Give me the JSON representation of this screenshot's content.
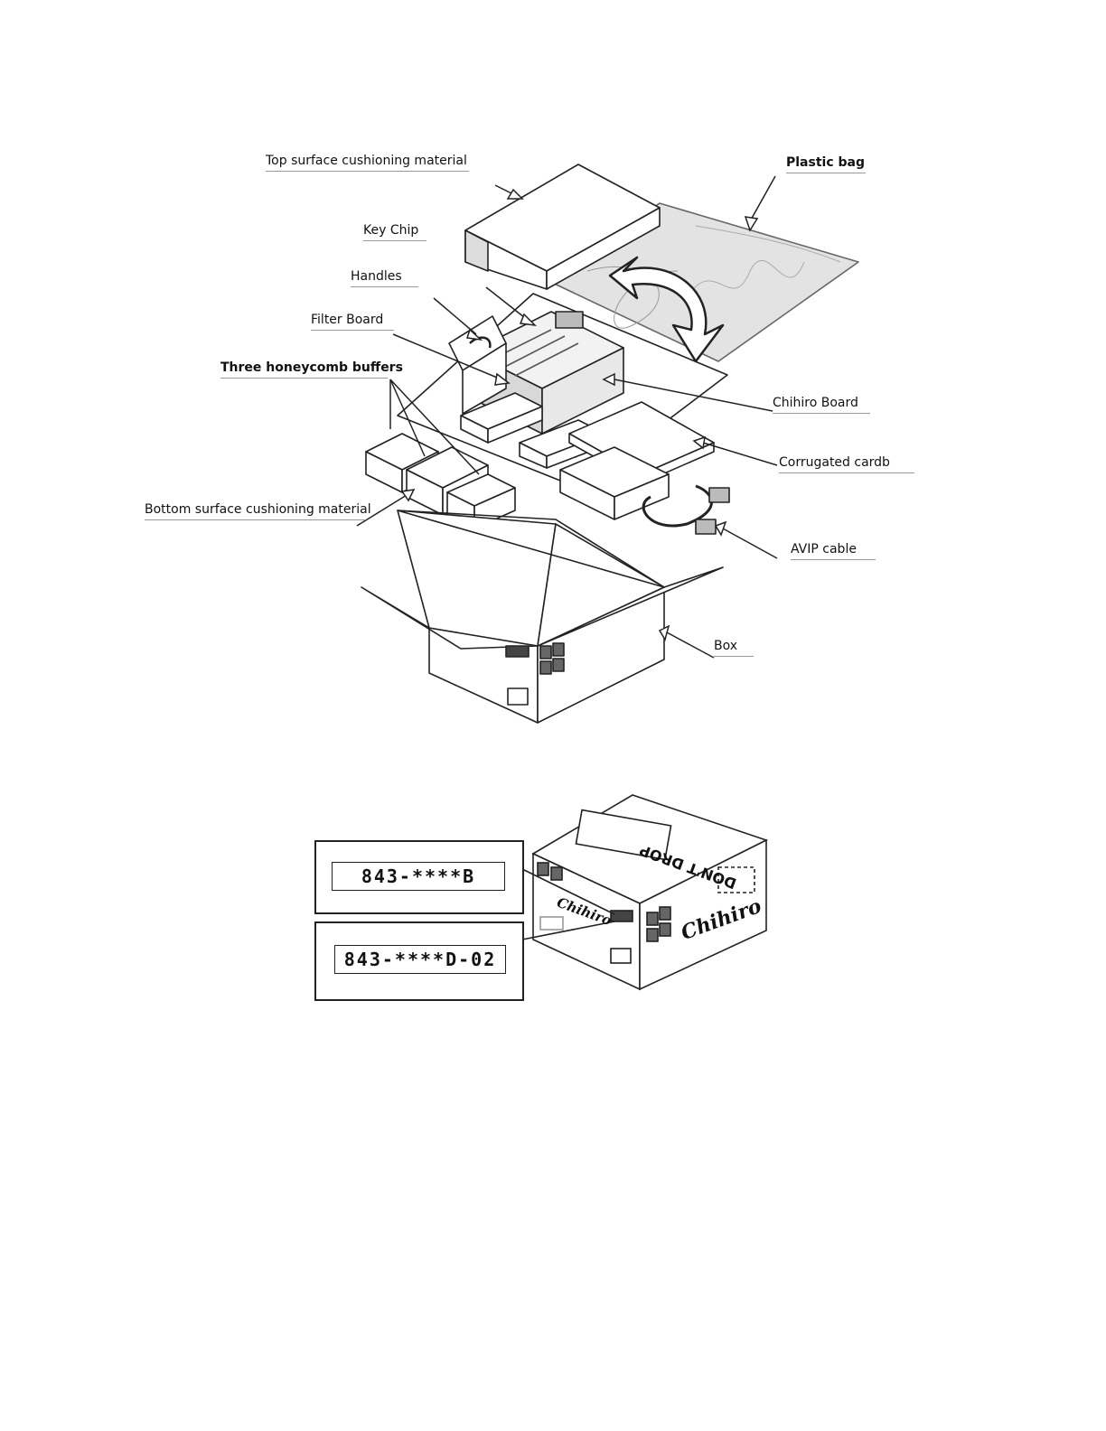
{
  "labels": {
    "top_cushion": "Top surface cushioning material",
    "plastic_bag": "Plastic bag",
    "key_chip": "Key Chip",
    "handles": "Handles",
    "filter_board": "Filter Board",
    "honeycomb": "Three honeycomb buffers",
    "chihiro_board": "Chihiro Board",
    "corrugated": "Corrugated cardb",
    "bottom_cushion": "Bottom surface cushioning material",
    "avip_cable": "AVIP cable",
    "box": "Box"
  },
  "box_label": {
    "code_top": "843-****B",
    "code_bottom": "843-****D-02",
    "brand": "Chihiro",
    "warning": "DON'T DROP"
  }
}
